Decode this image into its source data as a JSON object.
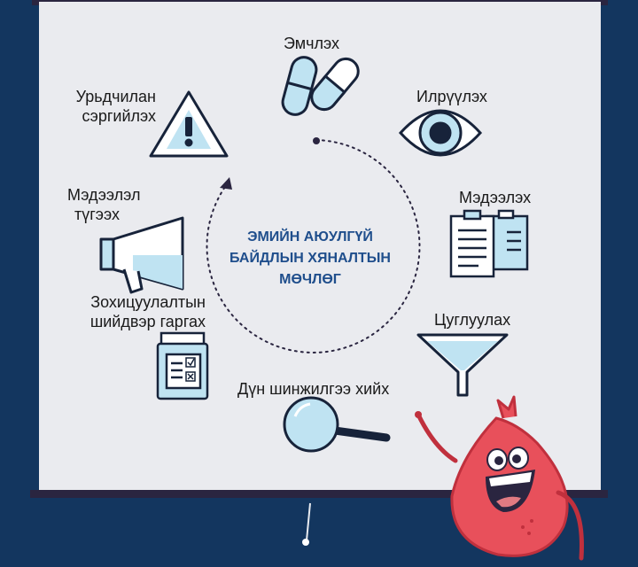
{
  "diagram": {
    "title_lines": [
      "ЭМИЙН АЮУЛГҮЙ",
      "БАЙДЛЫН ХЯНАЛТЫН",
      "МӨЧЛӨГ"
    ],
    "steps": [
      {
        "label": "Эмчлэх",
        "icon": "pills-icon"
      },
      {
        "label": "Илрүүлэх",
        "icon": "eye-icon"
      },
      {
        "label": "Мэдээлэх",
        "icon": "documents-icon"
      },
      {
        "label": "Цуглуулах",
        "icon": "funnel-icon"
      },
      {
        "label": "Дүн шинжилгээ хийх",
        "icon": "magnifier-icon"
      },
      {
        "label_lines": [
          "Зохицуулалтын",
          "шийдвэр гаргах"
        ],
        "icon": "checklist-jar-icon"
      },
      {
        "label_lines": [
          "Мэдээлэл",
          "түгээх"
        ],
        "icon": "megaphone-icon"
      },
      {
        "label_lines": [
          "Урьдчилан",
          "сэргийлэх"
        ],
        "icon": "warning-icon"
      }
    ]
  },
  "colors": {
    "background": "#13365f",
    "board": "#eaebef",
    "title": "#1f4e8c",
    "icon_fill": "#bfe3f2",
    "icon_stroke": "#17233a",
    "mascot": "#e8505b"
  }
}
